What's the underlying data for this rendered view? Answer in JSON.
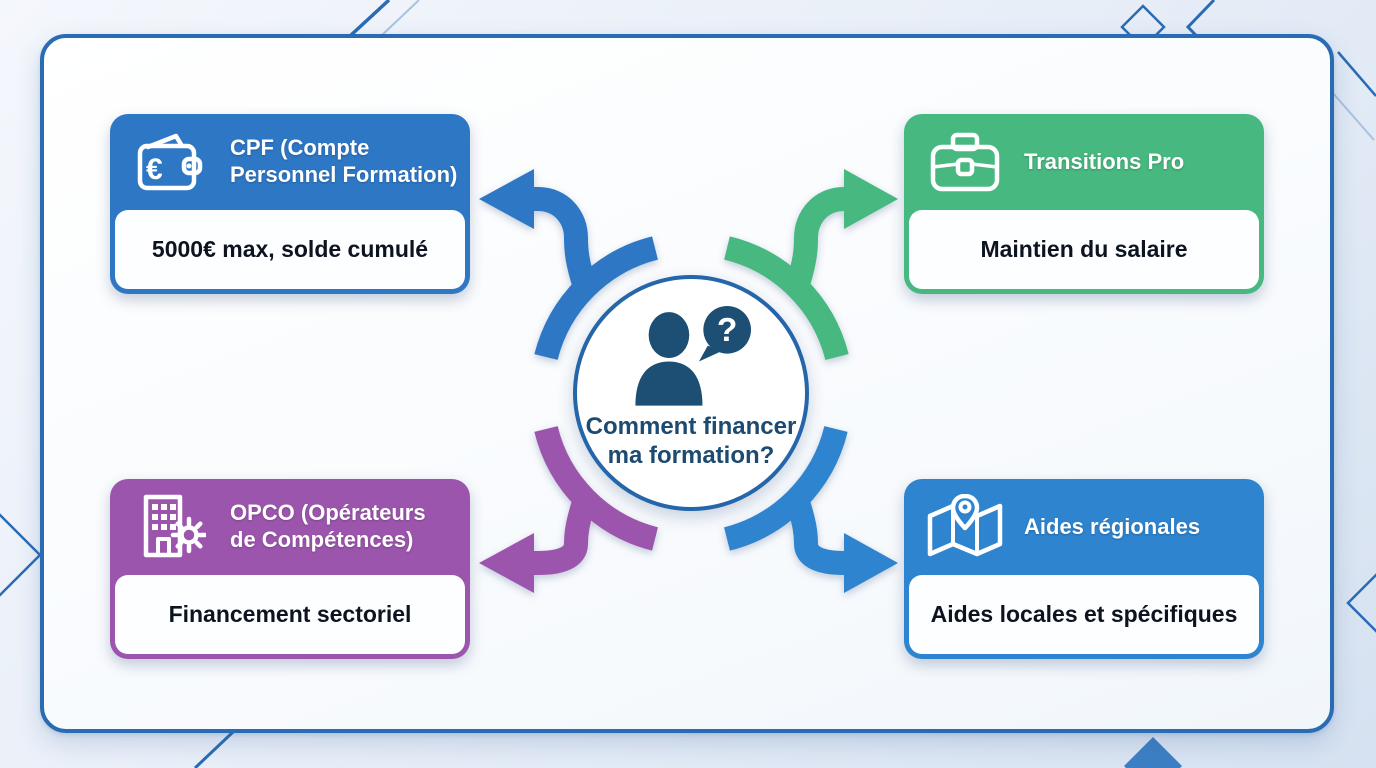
{
  "center": {
    "icon": "person-question-icon",
    "bubble_glyph": "?",
    "question_lines": [
      "Comment financer",
      "ma formation?"
    ]
  },
  "cards": {
    "cpf": {
      "icon": "wallet-euro-icon",
      "icon_glyph": "€",
      "title_lines": [
        "CPF (Compte",
        "Personnel Formation)"
      ],
      "body": "5000€ max, solde cumulé",
      "color": "#2e77c5"
    },
    "transitions_pro": {
      "icon": "briefcase-icon",
      "title_lines": [
        "Transitions Pro"
      ],
      "body": "Maintien du salaire",
      "color": "#47b87f"
    },
    "opco": {
      "icon": "building-gear-icon",
      "title_lines": [
        "OPCO (Opérateurs",
        "de Compétences)"
      ],
      "body": "Financement sectoriel",
      "color": "#9c55ac"
    },
    "aides_regionales": {
      "icon": "map-pin-icon",
      "title_lines": [
        "Aides régionales"
      ],
      "body": "Aides locales et spécifiques",
      "color": "#2e84cf"
    }
  },
  "arrows": {
    "top_left_color": "#2e77c5",
    "top_right_color": "#47b87f",
    "bottom_left_color": "#9c55ac",
    "bottom_right_color": "#2e84cf"
  },
  "colors": {
    "panel_border": "#2a6cb3",
    "center_text": "#1c4a70",
    "silhouette": "#1d4e74",
    "background_accent": "#3d7fc4"
  }
}
